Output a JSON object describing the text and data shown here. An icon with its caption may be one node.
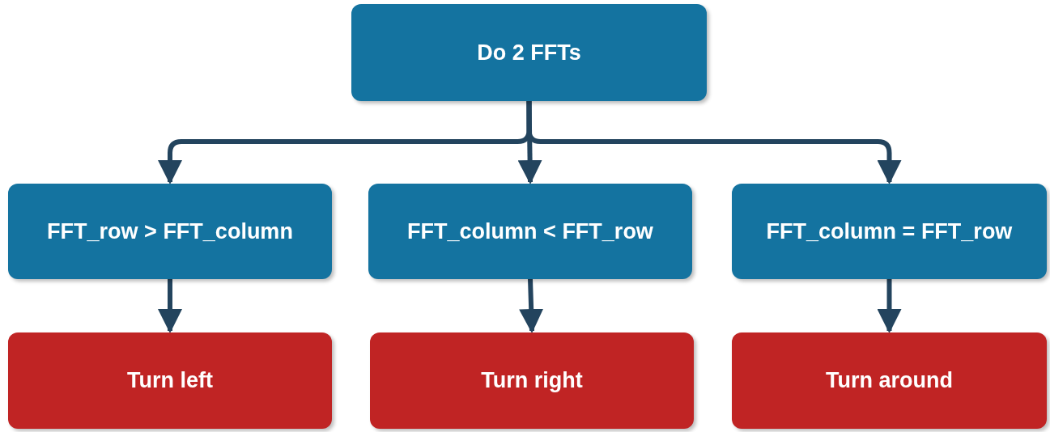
{
  "diagram": {
    "nodes": [
      {
        "text": [
          "Do 2 FFTs"
        ]
      },
      {
        "text": [
          "FFT_row > FFT_column"
        ]
      },
      {
        "text": [
          "FFT_column < FFT_row"
        ]
      },
      {
        "text": [
          "FFT_column = FFT_row"
        ]
      },
      {
        "text": [
          "Turn left"
        ]
      },
      {
        "text": [
          "Turn right"
        ]
      },
      {
        "text": [
          "Turn around"
        ]
      }
    ],
    "edges": [
      {
        "from": 0,
        "to": 1,
        "arrow": "to"
      },
      {
        "from": 0,
        "to": 2,
        "arrow": "to"
      },
      {
        "from": 0,
        "to": 3,
        "arrow": "to"
      },
      {
        "from": 1,
        "to": 4,
        "arrow": "to"
      },
      {
        "from": 2,
        "to": 5,
        "arrow": "to"
      },
      {
        "from": 3,
        "to": 6,
        "arrow": "to"
      }
    ]
  }
}
